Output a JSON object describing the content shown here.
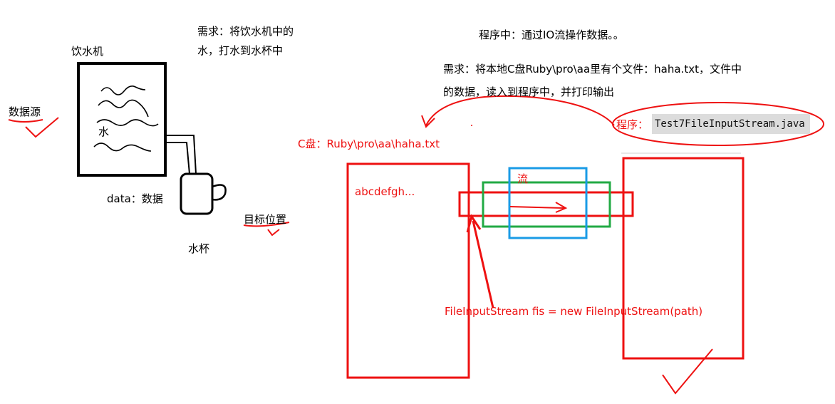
{
  "left_panel": {
    "requirement_line1": "需求：将饮水机中的",
    "requirement_line2": "水，打水到水杯中",
    "dispenser_label": "饮水机",
    "water_label": "水",
    "source_label": "数据源",
    "data_label": "data：数据",
    "cup_label": "水杯",
    "target_label": "目标位置"
  },
  "right_panel": {
    "title": "程序中：通过IO流操作数据。。",
    "requirement_line1": "需求：将本地C盘Ruby\\pro\\aa里有个文件：haha.txt，文件中",
    "requirement_line2": "的数据，读入到程序中，并打印输出",
    "program_prefix": "程序：",
    "program_file": "Test7FileInputStream.java",
    "file_path": "C盘：Ruby\\pro\\aa\\haha.txt",
    "file_content": "abcdefgh...",
    "stream_label": "流",
    "code_line": "FileInputStream fis = new FileInputStream(path)"
  },
  "colors": {
    "annotation_red": "#ee1111",
    "stream_green": "#22aa44",
    "stream_blue": "#1a9be6",
    "ink_black": "#000000",
    "code_highlight": "#dcdcdc"
  }
}
